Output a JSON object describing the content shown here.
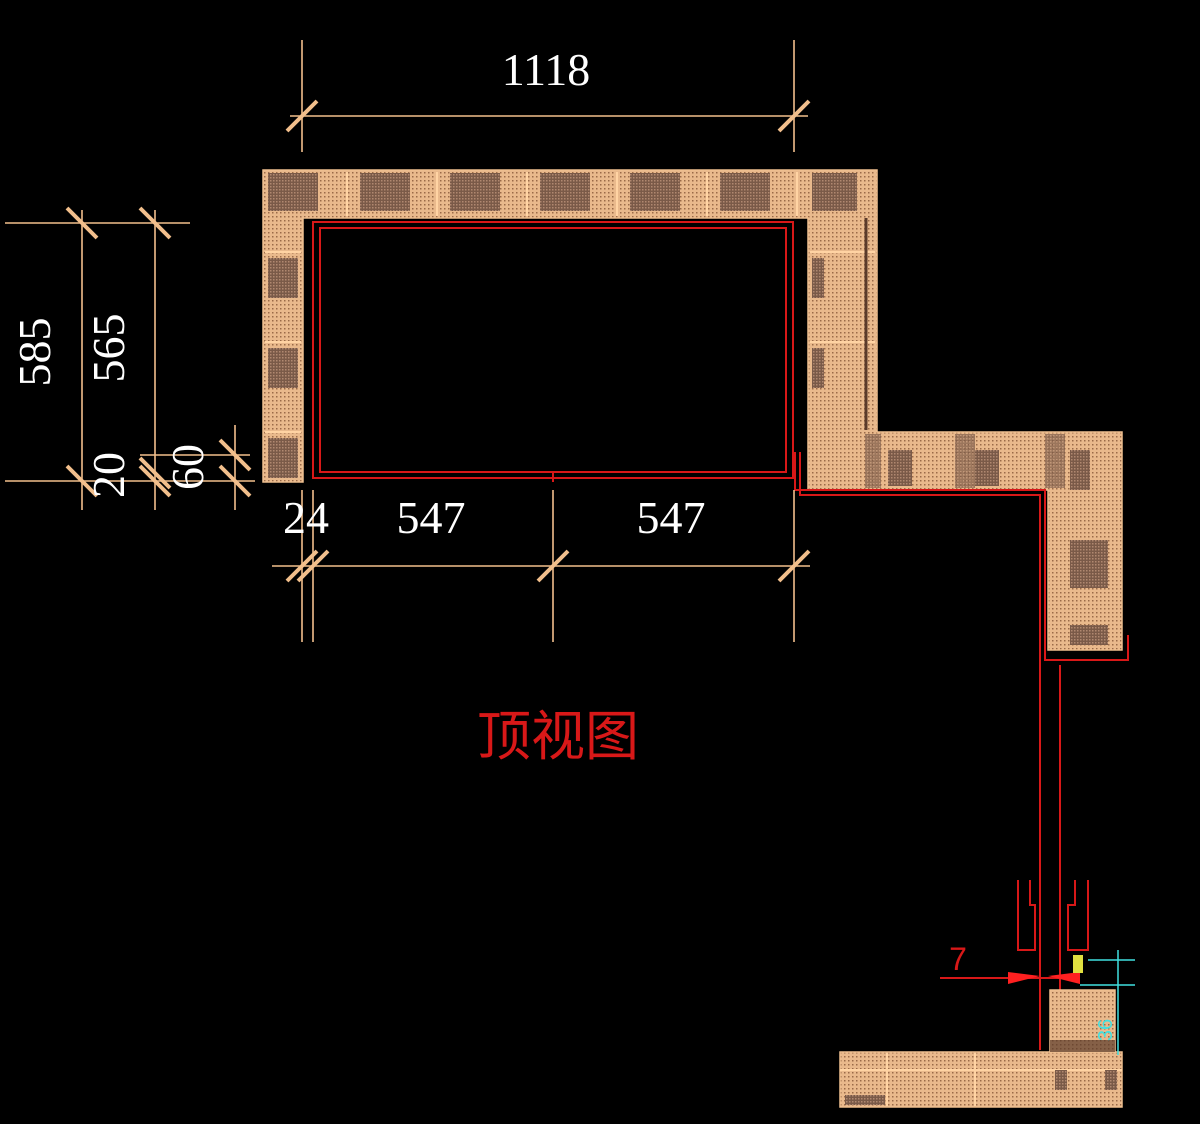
{
  "drawing": {
    "title": "顶视图",
    "dimensions": {
      "top_width": "1118",
      "left_outer": "585",
      "left_inner": "565",
      "left_small_a": "20",
      "left_small_b": "60",
      "bottom_offset": "24",
      "bottom_span_1": "547",
      "bottom_span_2": "547",
      "detail_gap": "7",
      "detail_cyan": "36"
    },
    "colors": {
      "background": "#000000",
      "dimension": "#f2bf8c",
      "outline": "#d81818",
      "panel": "#e8b88a",
      "cyan": "#40e0e0"
    }
  }
}
